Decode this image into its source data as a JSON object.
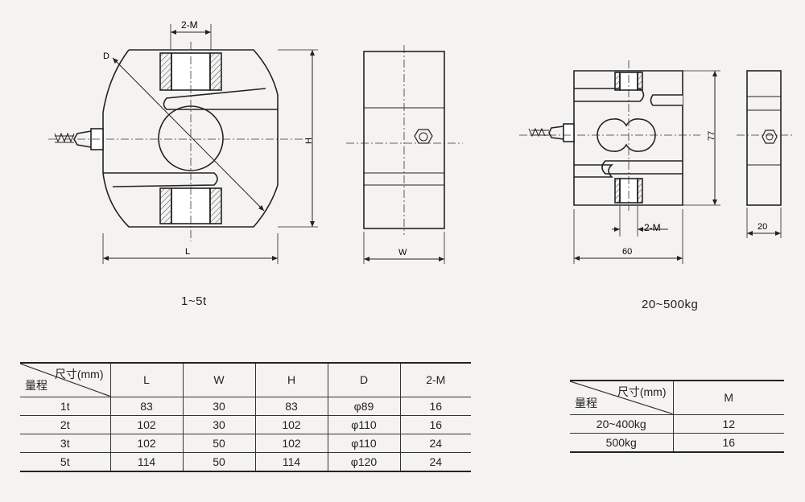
{
  "drawing": {
    "dim_2m_left": "2-M",
    "dim_d": "D",
    "dim_h": "H",
    "dim_l": "L",
    "dim_w": "W",
    "dim_77": "77",
    "dim_2m_right": "2-M",
    "dim_60": "60",
    "dim_20": "20"
  },
  "captions": {
    "left": "1~5t",
    "right": "20~500kg"
  },
  "table_left": {
    "header_top": "尺寸(mm)",
    "header_bottom": "量程",
    "columns": [
      "L",
      "W",
      "H",
      "D",
      "2-M"
    ],
    "rows": [
      [
        "1t",
        "83",
        "30",
        "83",
        "φ89",
        "16"
      ],
      [
        "2t",
        "102",
        "30",
        "102",
        "φ110",
        "16"
      ],
      [
        "3t",
        "102",
        "50",
        "102",
        "φ110",
        "24"
      ],
      [
        "5t",
        "114",
        "50",
        "114",
        "φ120",
        "24"
      ]
    ]
  },
  "table_right": {
    "header_top": "尺寸(mm)",
    "header_bottom": "量程",
    "columns": [
      "M"
    ],
    "rows": [
      [
        "20~400kg",
        "12"
      ],
      [
        "500kg",
        "16"
      ]
    ]
  }
}
